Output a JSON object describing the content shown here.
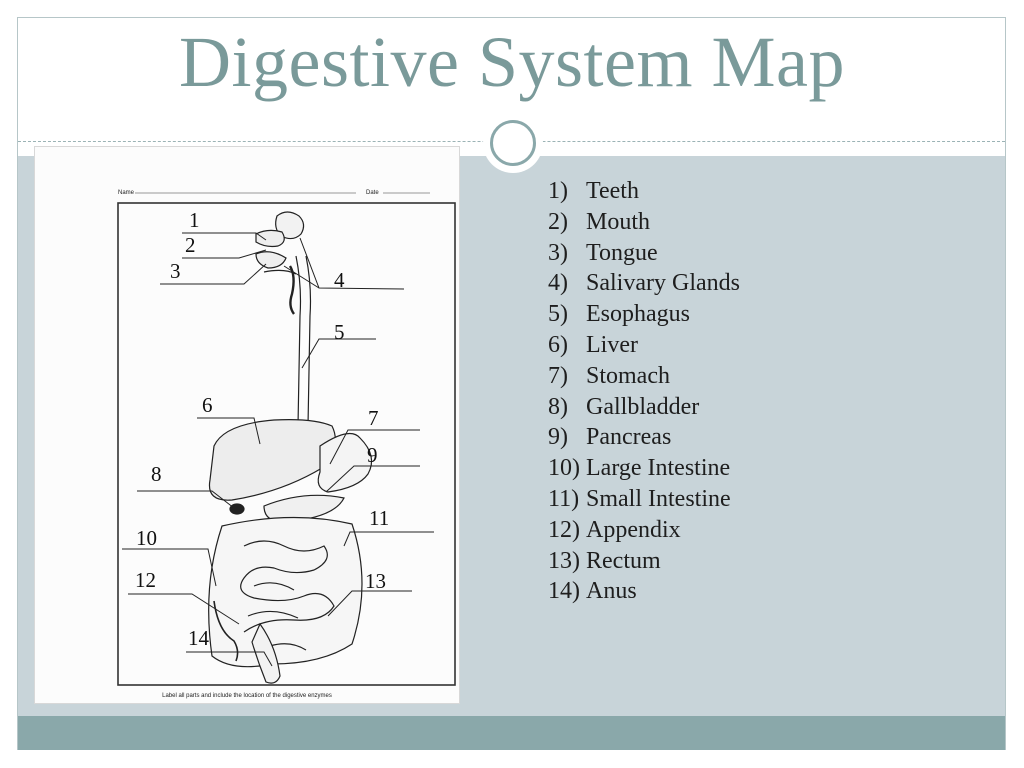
{
  "title": "Digestive System Map",
  "worksheet": {
    "name_label": "Name",
    "date_label": "Date",
    "instructions": "Label all parts and include the location of the digestive enzymes",
    "diagram_numbers": [
      "1",
      "2",
      "3",
      "4",
      "5",
      "6",
      "7",
      "8",
      "9",
      "10",
      "11",
      "12",
      "13",
      "14"
    ]
  },
  "key": [
    {
      "num": "1)",
      "label": "Teeth"
    },
    {
      "num": "2)",
      "label": "Mouth"
    },
    {
      "num": "3)",
      "label": "Tongue"
    },
    {
      "num": "4)",
      "label": "Salivary Glands"
    },
    {
      "num": "5)",
      "label": "Esophagus"
    },
    {
      "num": "6)",
      "label": "Liver"
    },
    {
      "num": "7)",
      "label": "Stomach"
    },
    {
      "num": "8)",
      "label": "Gallbladder"
    },
    {
      "num": "9)",
      "label": "Pancreas"
    },
    {
      "num": "10)",
      "label": "Large Intestine"
    },
    {
      "num": "11)",
      "label": "Small Intestine"
    },
    {
      "num": "12)",
      "label": "Appendix"
    },
    {
      "num": "13)",
      "label": "Rectum"
    },
    {
      "num": "14)",
      "label": "Anus"
    }
  ],
  "colors": {
    "title": "#7a9a9a",
    "content_band": "#c8d4d9",
    "footer_band": "#8aa8aa",
    "accent_ring": "#8aa8aa"
  }
}
